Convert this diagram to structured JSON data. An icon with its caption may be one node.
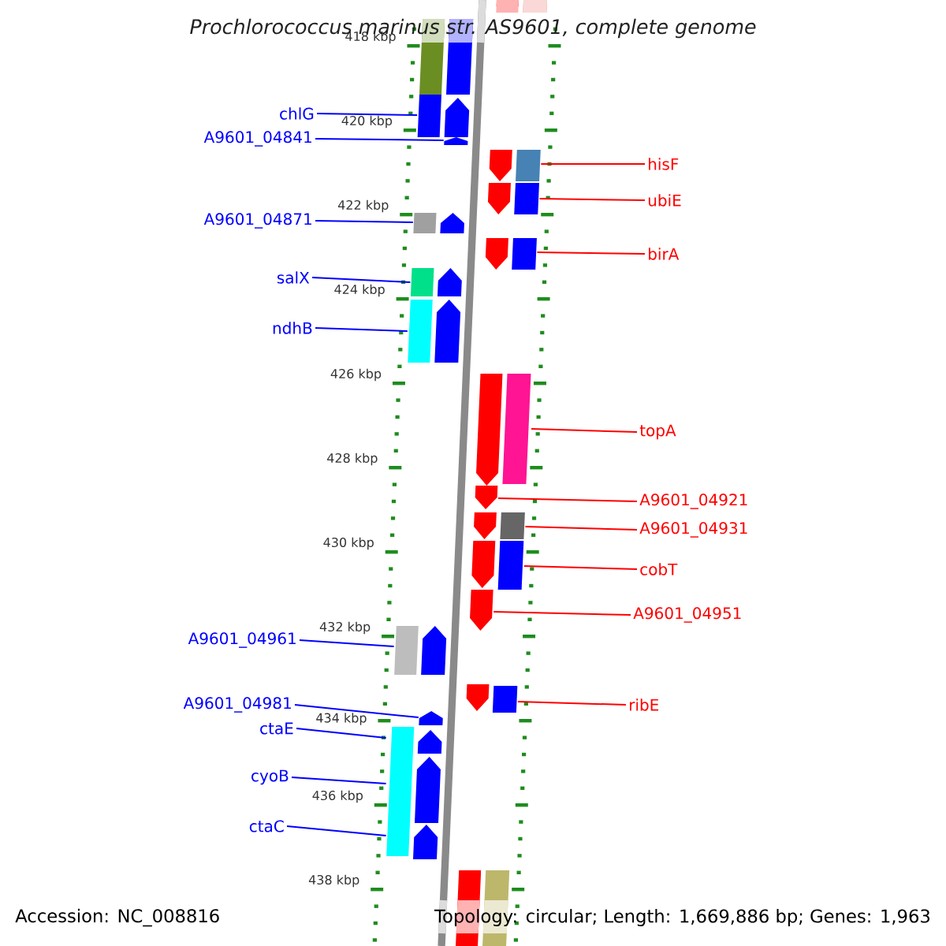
{
  "diagram": {
    "title": "Prochlorococcus marinus str. AS9601, complete genome",
    "nodes": [
      {
        "text": [
          "chlG"
        ]
      },
      {
        "text": [
          "A9601_04841"
        ]
      },
      {
        "text": [
          "A9601_04871"
        ]
      },
      {
        "text": [
          "salX"
        ]
      },
      {
        "text": [
          "ndhB"
        ]
      },
      {
        "text": [
          "A9601_04961"
        ]
      },
      {
        "text": [
          "A9601_04981"
        ]
      },
      {
        "text": [
          "ctaE"
        ]
      },
      {
        "text": [
          "cyoB"
        ]
      },
      {
        "text": [
          "ctaC"
        ]
      },
      {
        "text": [
          "hisF"
        ]
      },
      {
        "text": [
          "ubiE"
        ]
      },
      {
        "text": [
          "birA"
        ]
      },
      {
        "text": [
          "topA"
        ]
      },
      {
        "text": [
          "A9601_04921"
        ]
      },
      {
        "text": [
          "A9601_04931"
        ]
      },
      {
        "text": [
          "cobT"
        ]
      },
      {
        "text": [
          "A9601_04951"
        ]
      },
      {
        "text": [
          "ribE"
        ]
      },
      {
        "text": [],
        "shape": "bar"
      },
      {
        "text": [],
        "shape": "bar"
      },
      {
        "text": [],
        "shape": "bar"
      },
      {
        "text": [],
        "shape": "bar"
      },
      {
        "text": [],
        "shape": "bar"
      },
      {
        "text": [],
        "shape": "bar"
      },
      {
        "text": [],
        "shape": "bar"
      },
      {
        "text": [],
        "shape": "bar"
      },
      {
        "text": [],
        "shape": "arrow"
      },
      {
        "text": [],
        "shape": "arrow"
      },
      {
        "text": [],
        "shape": "arrow"
      },
      {
        "text": [],
        "shape": "arrow"
      },
      {
        "text": [],
        "shape": "arrow"
      },
      {
        "text": [],
        "shape": "arrow"
      },
      {
        "text": [],
        "shape": "arrow"
      },
      {
        "text": [],
        "shape": "arrow"
      },
      {
        "text": [],
        "shape": "arrow"
      },
      {
        "text": [],
        "shape": "arrow"
      },
      {
        "text": [],
        "shape": "arrow"
      },
      {
        "text": [],
        "shape": "arrow"
      },
      {
        "text": [],
        "shape": "arrow"
      },
      {
        "text": [],
        "shape": "arrow"
      },
      {
        "text": [],
        "shape": "arrow"
      },
      {
        "text": [],
        "shape": "arrow"
      },
      {
        "text": [],
        "shape": "arrow"
      },
      {
        "text": [],
        "shape": "arrow"
      },
      {
        "text": [],
        "shape": "arrow"
      },
      {
        "text": [],
        "shape": "arrow"
      },
      {
        "text": [],
        "shape": "bar"
      },
      {
        "text": [],
        "shape": "bar"
      },
      {
        "text": [],
        "shape": "bar"
      },
      {
        "text": [],
        "shape": "bar"
      },
      {
        "text": [],
        "shape": "bar"
      },
      {
        "text": [],
        "shape": "bar"
      },
      {
        "text": [],
        "shape": "bar"
      },
      {
        "text": [],
        "shape": "bar"
      },
      {
        "text": [],
        "shape": "bar"
      },
      {
        "text": [],
        "shape": "bar"
      }
    ],
    "edges": [
      {
        "from": 0,
        "to": 20,
        "arrow": "none",
        "color": "#0000ff"
      },
      {
        "from": 1,
        "to": 28,
        "arrow": "none",
        "color": "#0000ff"
      },
      {
        "from": 2,
        "to": 21,
        "arrow": "none",
        "color": "#0000ff"
      },
      {
        "from": 3,
        "to": 22,
        "arrow": "none",
        "color": "#0000ff"
      },
      {
        "from": 4,
        "to": 23,
        "arrow": "none",
        "color": "#0000ff"
      },
      {
        "from": 5,
        "to": 24,
        "arrow": "none",
        "color": "#0000ff"
      },
      {
        "from": 6,
        "to": 33,
        "arrow": "none",
        "color": "#0000ff"
      },
      {
        "from": 7,
        "to": 25,
        "arrow": "none",
        "color": "#0000ff"
      },
      {
        "from": 8,
        "to": 25,
        "arrow": "none",
        "color": "#0000ff"
      },
      {
        "from": 9,
        "to": 25,
        "arrow": "none",
        "color": "#0000ff"
      },
      {
        "from": 10,
        "to": 49,
        "arrow": "none",
        "color": "#ff0000"
      },
      {
        "from": 11,
        "to": 50,
        "arrow": "none",
        "color": "#ff0000"
      },
      {
        "from": 12,
        "to": 51,
        "arrow": "none",
        "color": "#ff0000"
      },
      {
        "from": 13,
        "to": 52,
        "arrow": "none",
        "color": "#ff0000"
      },
      {
        "from": 14,
        "to": 42,
        "arrow": "none",
        "color": "#ff0000"
      },
      {
        "from": 15,
        "to": 53,
        "arrow": "none",
        "color": "#ff0000"
      },
      {
        "from": 16,
        "to": 54,
        "arrow": "none",
        "color": "#ff0000"
      },
      {
        "from": 17,
        "to": 45,
        "arrow": "none",
        "color": "#ff0000"
      },
      {
        "from": 18,
        "to": 55,
        "arrow": "none",
        "color": "#ff0000"
      }
    ],
    "labels": [
      "418 kbp",
      "420 kbp",
      "422 kbp",
      "424 kbp",
      "426 kbp",
      "428 kbp",
      "430 kbp",
      "432 kbp",
      "434 kbp",
      "436 kbp",
      "438 kbp",
      "Accession: NC_008816",
      "Topology: circular; Length: 1,669,886 bp; Genes: 1,963"
    ]
  }
}
